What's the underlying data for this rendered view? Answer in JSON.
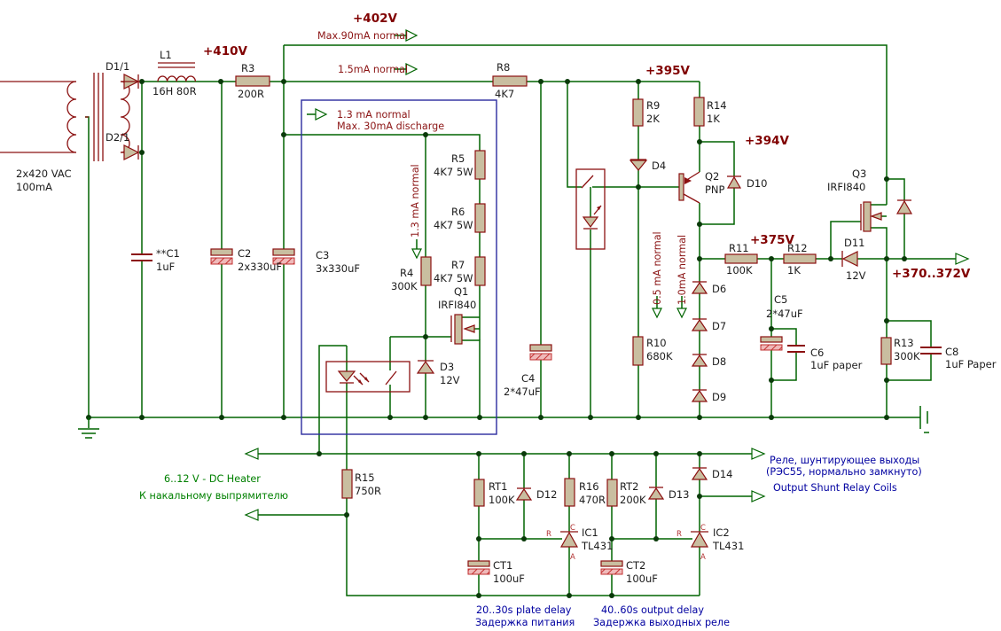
{
  "voltages": {
    "v410": "+410V",
    "v402": "+402V",
    "v395": "+395V",
    "v394": "+394V",
    "v375": "+375V",
    "vout": "+370..372V"
  },
  "currents": {
    "max90": "Max.90mA normal",
    "i15": "1.5mA normal",
    "i13": "1.3 mA normal",
    "max30": "Max. 30mA discharge",
    "i13v": "1.3 mA normal",
    "i05": "0.5 mA normal",
    "i10": "1.0mA normal"
  },
  "components": {
    "t1": {
      "value": "2x420 VAC",
      "value2": "100mA"
    },
    "d1": {
      "ref": "D1/1"
    },
    "d2": {
      "ref": "D2/1"
    },
    "l1": {
      "ref": "L1",
      "value": "16H 80R"
    },
    "r3": {
      "ref": "R3",
      "value": "200R"
    },
    "r8": {
      "ref": "R8",
      "value": "4K7"
    },
    "c1": {
      "ref": "**C1",
      "value": "1uF"
    },
    "c2": {
      "ref": "C2",
      "value": "2x330uF"
    },
    "c3": {
      "ref": "C3",
      "value": "3x330uF"
    },
    "r4": {
      "ref": "R4",
      "value": "300K"
    },
    "r5": {
      "ref": "R5",
      "value": "4K7 5W"
    },
    "r6": {
      "ref": "R6",
      "value": "4K7 5W"
    },
    "r7": {
      "ref": "R7",
      "value": "4K7 5W"
    },
    "q1": {
      "ref": "Q1",
      "value": "IRFI840"
    },
    "d3": {
      "ref": "D3",
      "value": "12V"
    },
    "c4": {
      "ref": "C4",
      "value": "2*47uF"
    },
    "r9": {
      "ref": "R9",
      "value": "2K"
    },
    "r14": {
      "ref": "R14",
      "value": "1K"
    },
    "d4": {
      "ref": "D4"
    },
    "q2": {
      "ref": "Q2",
      "value": "PNP"
    },
    "d10": {
      "ref": "D10"
    },
    "r11": {
      "ref": "R11",
      "value": "100K"
    },
    "r12": {
      "ref": "R12",
      "value": "1K"
    },
    "d11": {
      "ref": "D11",
      "value": "12V"
    },
    "q3": {
      "ref": "Q3",
      "value": "IRFI840"
    },
    "r10": {
      "ref": "R10",
      "value": "680K"
    },
    "d6": {
      "ref": "D6"
    },
    "d7": {
      "ref": "D7"
    },
    "d8": {
      "ref": "D8"
    },
    "d9": {
      "ref": "D9"
    },
    "c5": {
      "ref": "C5",
      "value": "2*47uF"
    },
    "c6": {
      "ref": "C6",
      "value": "1uF paper"
    },
    "r13": {
      "ref": "R13",
      "value": "300K"
    },
    "c8": {
      "ref": "C8",
      "value": "1uF Paper"
    },
    "r15": {
      "ref": "R15",
      "value": "750R"
    },
    "rt1": {
      "ref": "RT1",
      "value": "100K"
    },
    "d12": {
      "ref": "D12"
    },
    "r16": {
      "ref": "R16",
      "value": "470R"
    },
    "rt2": {
      "ref": "RT2",
      "value": "200K"
    },
    "d13": {
      "ref": "D13"
    },
    "d14": {
      "ref": "D14"
    },
    "ic1": {
      "ref": "IC1",
      "value": "TL431"
    },
    "ic2": {
      "ref": "IC2",
      "value": "TL431"
    },
    "ct1": {
      "ref": "CT1",
      "value": "100uF"
    },
    "ct2": {
      "ref": "CT2",
      "value": "100uF"
    }
  },
  "pins": {
    "c": "C",
    "r": "R",
    "a": "A"
  },
  "notes": {
    "heater1": "6..12 V - DC Heater",
    "heater2": "К накальному выпрямителю",
    "relay1": "Реле, шунтирующее выходы",
    "relay2": "(РЭС55, нормально замкнуто)",
    "relay3": "Output Shunt Relay Coils",
    "delay1a": "20..30s plate delay",
    "delay1b": "Задержка питания",
    "delay2a": "40..60s output delay",
    "delay2b": "Задержка выходных реле"
  },
  "colors": {
    "wire": "#006400",
    "component": "#8B1010",
    "fill": "#C9BEA0",
    "voltage": "#800000",
    "note_blue": "#0000A0",
    "note_green": "#008000",
    "box_blue": "#2B2B9E",
    "background": "#ffffff"
  }
}
